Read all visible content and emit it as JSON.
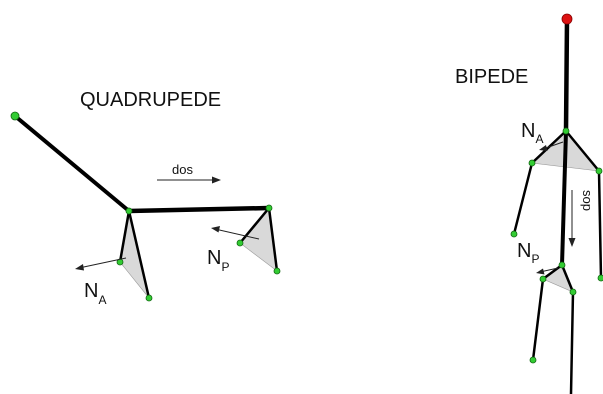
{
  "quadruped": {
    "title": "QUADRUPEDE",
    "direction_label": "dos",
    "normal_anterior": {
      "main": "N",
      "sub": "A"
    },
    "normal_posterior": {
      "main": "N",
      "sub": "P"
    }
  },
  "biped": {
    "title": "BIPEDE",
    "direction_label": "sop",
    "normal_anterior": {
      "main": "N",
      "sub": "A"
    },
    "normal_posterior": {
      "main": "N",
      "sub": "P"
    }
  },
  "colors": {
    "bone": "#000000",
    "joint": "#33cc33",
    "head": "#dd1111",
    "plane": "#cfcfcf"
  }
}
